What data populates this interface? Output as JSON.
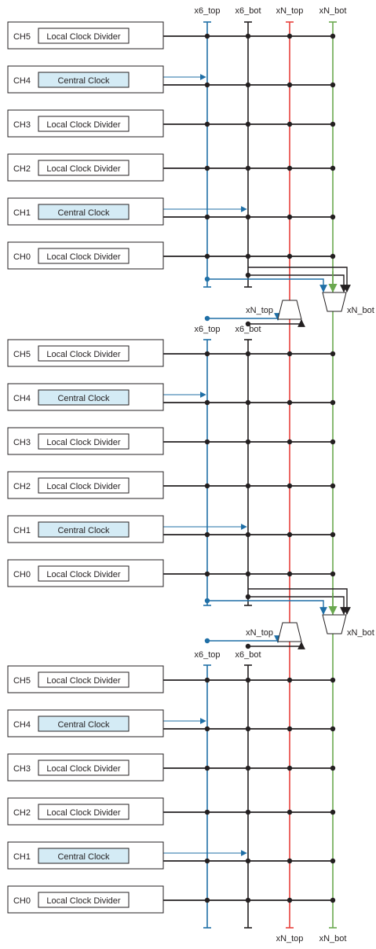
{
  "colors": {
    "x6_top": "#1f6fa6",
    "x6_bot": "#231f20",
    "xN_top": "#e8413c",
    "xN_bot": "#6aa84f",
    "central_fill": "#d4ebf5",
    "divider_fill": "#ffffff",
    "frame": "#231f20"
  },
  "top_labels": [
    "x6_top",
    "x6_bot",
    "xN_top",
    "xN_bot"
  ],
  "bottom_labels": [
    "xN_top",
    "xN_bot"
  ],
  "segment_labels": {
    "x6_top": "x6_top",
    "x6_bot": "x6_bot"
  },
  "mux_labels": {
    "left": "xN_top",
    "right": "xN_bot"
  },
  "segments": [
    {
      "id": "top",
      "channels": [
        {
          "ch": "CH5",
          "block": "Local Clock Divider",
          "type": "divider"
        },
        {
          "ch": "CH4",
          "block": "Central Clock",
          "type": "central",
          "drives": "x6_top"
        },
        {
          "ch": "CH3",
          "block": "Local Clock Divider",
          "type": "divider"
        },
        {
          "ch": "CH2",
          "block": "Local Clock Divider",
          "type": "divider"
        },
        {
          "ch": "CH1",
          "block": "Central Clock",
          "type": "central",
          "drives": "x6_bot"
        },
        {
          "ch": "CH0",
          "block": "Local Clock Divider",
          "type": "divider"
        }
      ]
    },
    {
      "id": "middle",
      "channels": [
        {
          "ch": "CH5",
          "block": "Local Clock Divider",
          "type": "divider"
        },
        {
          "ch": "CH4",
          "block": "Central Clock",
          "type": "central",
          "drives": "x6_top"
        },
        {
          "ch": "CH3",
          "block": "Local Clock Divider",
          "type": "divider"
        },
        {
          "ch": "CH2",
          "block": "Local Clock Divider",
          "type": "divider"
        },
        {
          "ch": "CH1",
          "block": "Central Clock",
          "type": "central",
          "drives": "x6_bot"
        },
        {
          "ch": "CH0",
          "block": "Local Clock Divider",
          "type": "divider"
        }
      ]
    },
    {
      "id": "bottom",
      "channels": [
        {
          "ch": "CH5",
          "block": "Local Clock Divider",
          "type": "divider"
        },
        {
          "ch": "CH4",
          "block": "Central Clock",
          "type": "central",
          "drives": "x6_top"
        },
        {
          "ch": "CH3",
          "block": "Local Clock Divider",
          "type": "divider"
        },
        {
          "ch": "CH2",
          "block": "Local Clock Divider",
          "type": "divider"
        },
        {
          "ch": "CH1",
          "block": "Central Clock",
          "type": "central",
          "drives": "x6_bot"
        },
        {
          "ch": "CH0",
          "block": "Local Clock Divider",
          "type": "divider"
        }
      ]
    }
  ]
}
